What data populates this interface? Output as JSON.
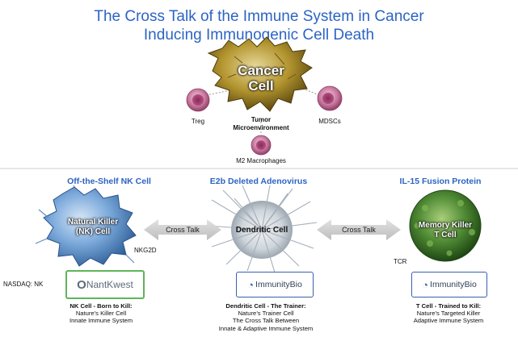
{
  "header": {
    "title_line1": "The Cross Talk of the Immune System in Cancer",
    "title_line2": "Inducing Immunogenic Cell Death"
  },
  "tumor": {
    "cancer_line1": "Cancer",
    "cancer_line2": "Cell",
    "treg": "Treg",
    "mdscs": "MDSCs",
    "micro_line1": "Tumor",
    "micro_line2": "Microenvironment",
    "m2": "M2 Macrophages"
  },
  "columns": {
    "nk": {
      "title": "Off-the-Shelf NK Cell",
      "label_line1": "Natural Killer",
      "label_line2": "(NK) Cell",
      "receptor": "NKG2D",
      "ticker": "NASDAQ: NK",
      "logo": "NantKwest",
      "desc": [
        "NK Cell - Born to Kill:",
        "Nature’s Killer Cell",
        "Innate Immune System"
      ]
    },
    "dc": {
      "title": "E2b Deleted Adenovirus",
      "label": "Dendritic Cell",
      "logo": "ImmunityBio",
      "desc": [
        "Dendritic Cell - The Trainer:",
        "Nature’s Trainer Cell",
        "The Cross Talk Between",
        "Innate & Adaptive Immune System"
      ]
    },
    "tcell": {
      "title": "IL-15 Fusion Protein",
      "label_line1": "Memory Killer",
      "label_line2": "T Cell",
      "receptor": "TCR",
      "logo": "ImmunityBio",
      "desc": [
        "T Cell - Trained to Kill:",
        "Nature’s Targeted Killer",
        "Adaptive Immune System"
      ]
    }
  },
  "arrows": {
    "left": "Cross Talk",
    "right": "Cross Talk"
  },
  "colors": {
    "title_blue": "#2c64c3",
    "nk_border": "#5fb45a",
    "immunitybio_border": "#3a5fb0",
    "cancer_cell": "#a88a2e",
    "nk_cell": "#6f9fd4",
    "t_cell": "#4f8a34"
  }
}
